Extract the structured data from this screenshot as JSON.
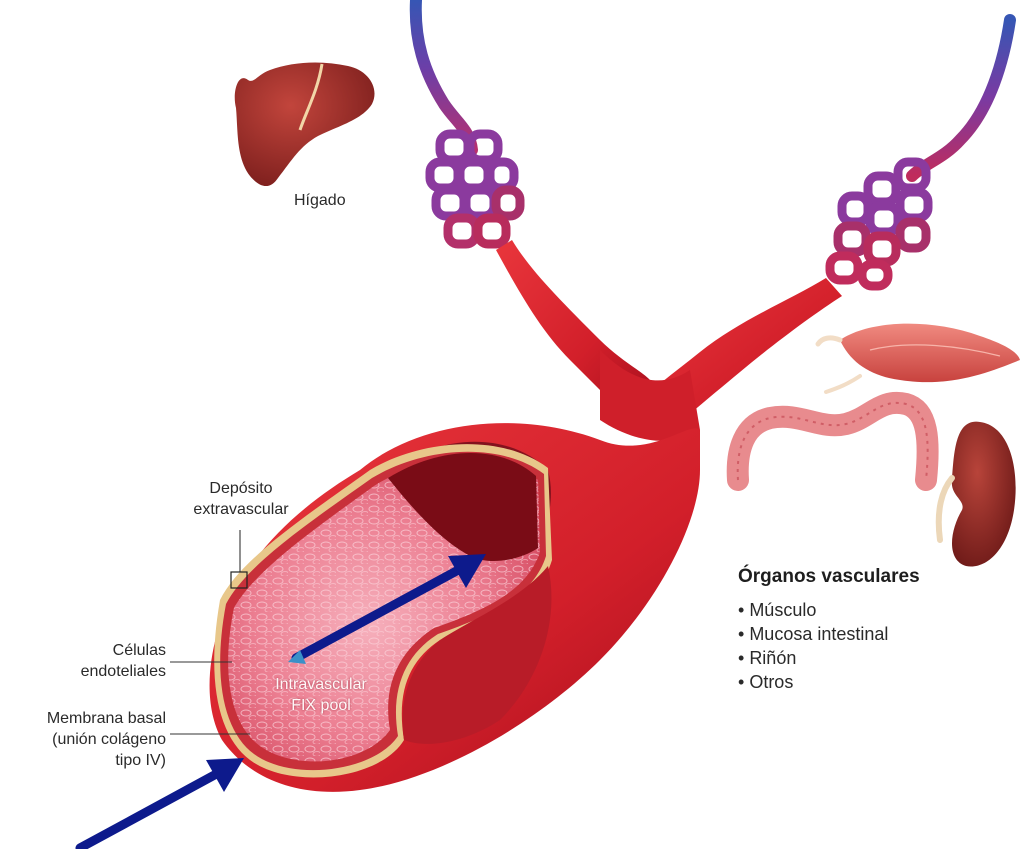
{
  "liver_label": "Hígado",
  "wall_labels": {
    "deposit": [
      "Depósito",
      "extravascular"
    ],
    "endothelial": [
      "Células",
      "endoteliales"
    ],
    "basement": [
      "Membrana basal",
      "(unión colágeno",
      "tipo IV)"
    ]
  },
  "pool_label": [
    "Intravascular",
    "FIX pool"
  ],
  "organs": {
    "heading": "Órganos vasculares",
    "items": [
      "Músculo",
      "Mucosa intestinal",
      "Riñón",
      "Otros"
    ]
  },
  "colors": {
    "vessel": "#d8232d",
    "vessel_dark": "#9e0f1c",
    "lumen_pink": "#f07a8c",
    "vein_blue": "#2f4fa8",
    "capillary_purple": "#8a3a9c",
    "arrow_navy": "#0d1a8c",
    "collagen_tan": "#e8c78a"
  }
}
